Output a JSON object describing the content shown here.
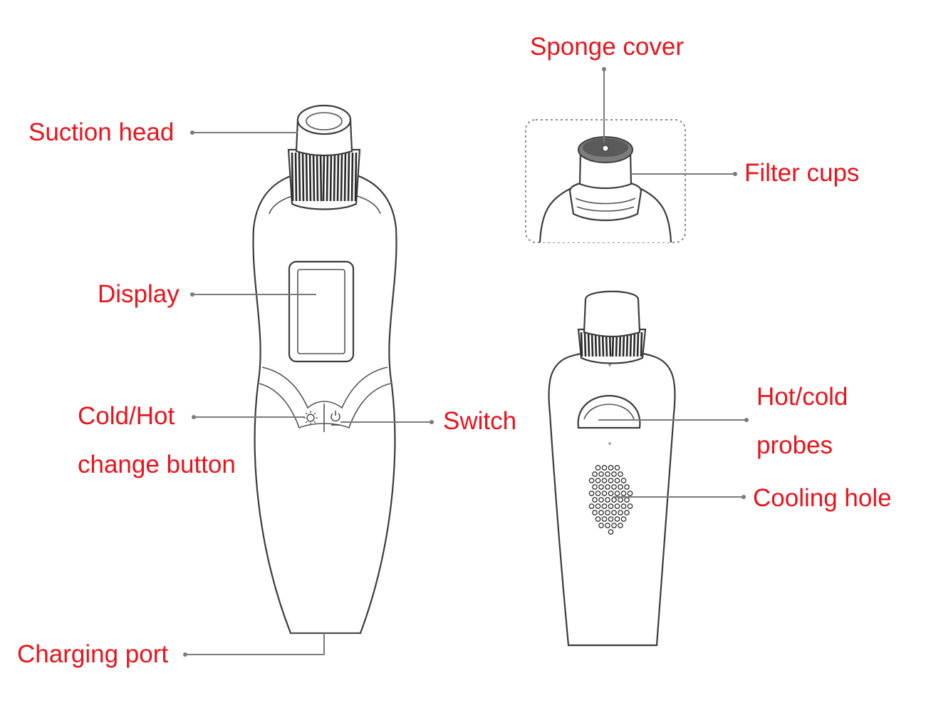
{
  "labels": {
    "suction_head": "Suction head",
    "display": "Display",
    "cold_hot_line1": "Cold/Hot",
    "cold_hot_line2": "change button",
    "switch": "Switch",
    "charging_port": "Charging port",
    "sponge_cover": "Sponge cover",
    "filter_cups": "Filter cups",
    "hot_cold_line1": "Hot/cold",
    "hot_cold_line2": "probes",
    "cooling_hole": "Cooling hole"
  },
  "colors": {
    "label_text": "#e8141c",
    "outline": "#3c3c3c",
    "leader": "#7a7a7a",
    "background": "#ffffff"
  },
  "icons": {
    "temperature_button": "sun-icon",
    "power_button": "power-icon"
  }
}
